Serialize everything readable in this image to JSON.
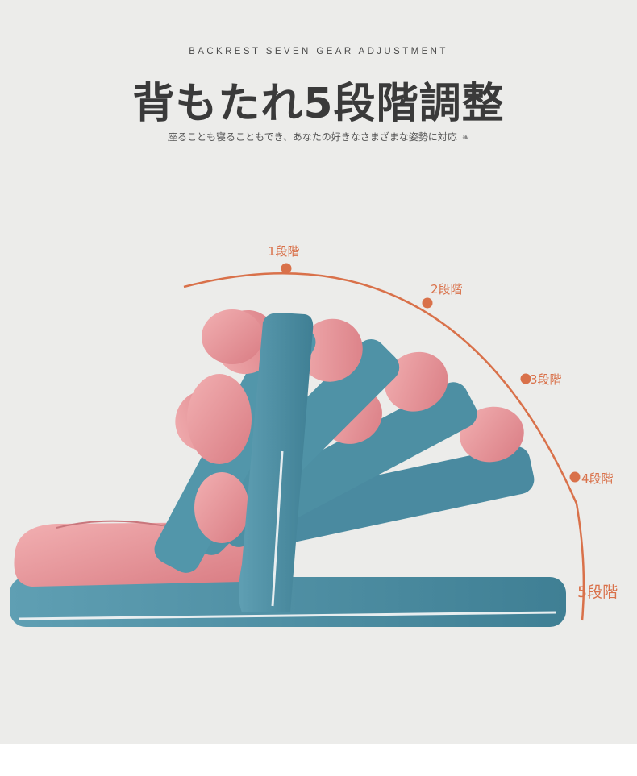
{
  "header": {
    "eyebrow": "BACKREST SEVEN GEAR ADJUSTMENT",
    "headline": "背もたれ5段階調整",
    "subline": "座ることも寝ることもでき、あなたの好きなさまざまな姿勢に対応"
  },
  "gears": [
    {
      "label": "1段階"
    },
    {
      "label": "2段階"
    },
    {
      "label": "3段階"
    },
    {
      "label": "4段階"
    },
    {
      "label": "5段階"
    }
  ],
  "colors": {
    "background": "#ececea",
    "arc": "#d9714a",
    "pink": "#e9959a",
    "teal": "#4d8fa3",
    "text": "#3a3a3a"
  },
  "icons": {
    "subline_icon": "leaf-icon"
  }
}
